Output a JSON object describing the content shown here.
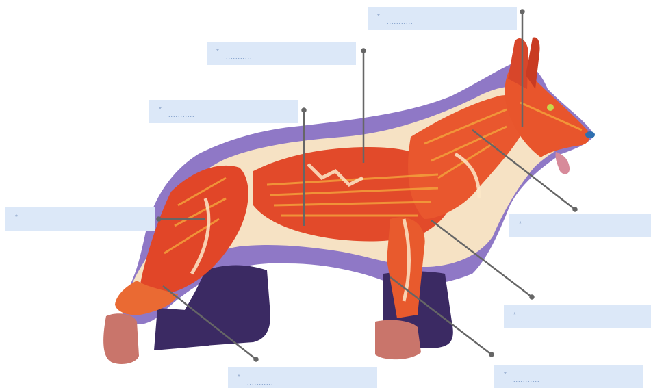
{
  "diagram": {
    "subject": "dog-muscle-anatomy-figure",
    "colors": {
      "label_fill": "#dce8f8",
      "leader_line": "#666666",
      "outline_purple": "#8f78c6",
      "legs_dark": "#3b2a63",
      "muscle_red": "#e24a2a",
      "muscle_orange": "#f2a23a",
      "tendon_cream": "#f8e7c7",
      "paw_pink": "#c9756b"
    },
    "labels": [
      {
        "id": "label-1",
        "marker": "*",
        "placeholder": "..........."
      },
      {
        "id": "label-2",
        "marker": "*",
        "placeholder": "..........."
      },
      {
        "id": "label-3",
        "marker": "*",
        "placeholder": "..........."
      },
      {
        "id": "label-4",
        "marker": "*",
        "placeholder": "..........."
      },
      {
        "id": "label-5",
        "marker": "*",
        "placeholder": "..........."
      },
      {
        "id": "label-6",
        "marker": "*",
        "placeholder": "..........."
      },
      {
        "id": "label-7",
        "marker": "*",
        "placeholder": "..........."
      },
      {
        "id": "label-8",
        "marker": "*",
        "placeholder": "..........."
      },
      {
        "id": "label-9",
        "marker": "*",
        "placeholder": "..........."
      }
    ]
  }
}
